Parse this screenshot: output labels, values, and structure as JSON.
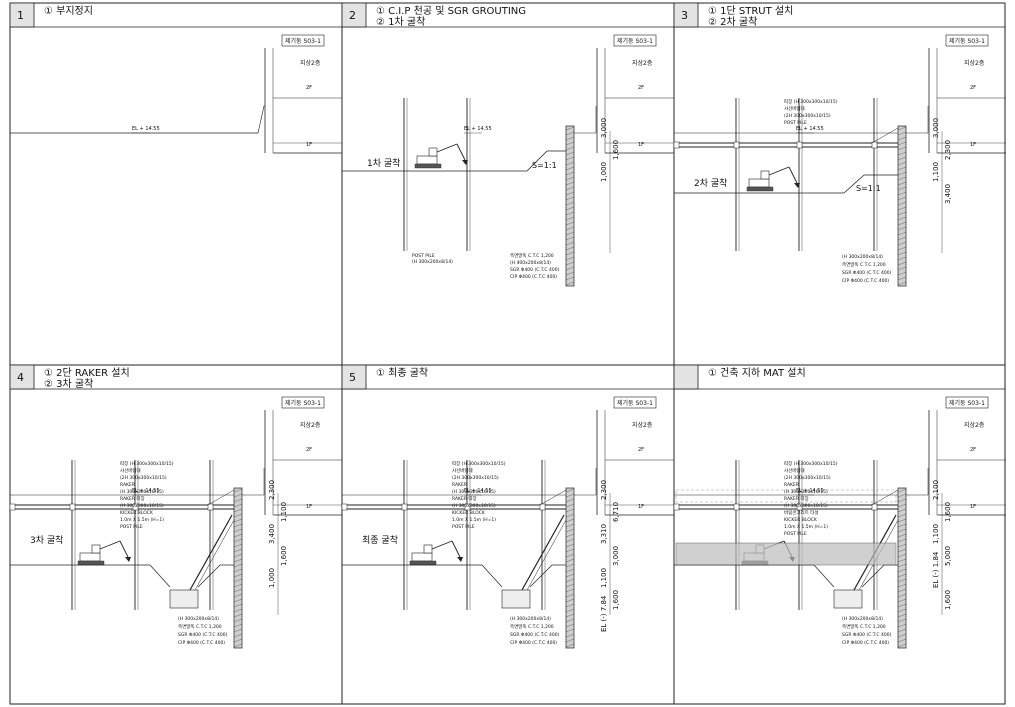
{
  "panels": [
    {
      "num": "1",
      "line1": "① 부지정지",
      "line2": "",
      "tag": "제기둥 S03-1",
      "floor_label": "지상2층",
      "f2": "2F",
      "f1": "1F",
      "el": "EL + 14.55",
      "cut": "",
      "slope": "",
      "dims": []
    },
    {
      "num": "2",
      "line1": "① C.I.P 천공 및 SGR GROUTING",
      "line2": "② 1차 굴착",
      "tag": "제기둥 S03-1",
      "floor_label": "지상2층",
      "f2": "2F",
      "f1": "1F",
      "el": "EL + 14.55",
      "cut": "1차 굴착",
      "slope": "S=1:1",
      "dims": [
        "3,000",
        "1,600",
        "1,000"
      ],
      "notes": [
        "POST PILE",
        "(H 300x200x8/14)",
        "측면말뚝 C.T.C 1,200",
        "(H 400x200x8/14)",
        "SGR Φ400 (C.T.C 400)",
        "CIP Φ400 (C.T.C 400)"
      ]
    },
    {
      "num": "3",
      "line1": "① 1단 STRUT 설치",
      "line2": "② 2차 굴착",
      "tag": "제기둥 S03-1",
      "floor_label": "지상2층",
      "f2": "2F",
      "f1": "1F",
      "el": "EL + 14.55",
      "cut": "2차 굴착",
      "slope": "S=1:1",
      "dims": [
        "3,000",
        "2,300",
        "1,100",
        "3,400"
      ],
      "notes": [
        "띠장 (H 300x300x10/15)",
        "사선버팀대",
        "(2H 300x300x10/15)",
        "POST PILE",
        "(H 300x200x8/14)",
        "측면말뚝 C.T.C 1,200",
        "SGR Φ400 (C.T.C 400)",
        "CIP Φ400 (C.T.C 400)"
      ]
    },
    {
      "num": "4",
      "line1": "① 2단 RAKER 설치",
      "line2": "② 3차 굴착",
      "tag": "제기둥 S03-1",
      "floor_label": "지상2층",
      "f2": "2F",
      "f1": "1F",
      "el": "EL + 14.55",
      "cut": "3차 굴착",
      "slope": "",
      "dims": [
        "2,300",
        "1,100",
        "3,400",
        "1,600",
        "1,000"
      ],
      "notes": [
        "띠장 (H 300x300x10/15)",
        "사선버팀대",
        "(2H 300x300x10/15)",
        "RAKER",
        "(H 300x300x10/15)",
        "RAKER 띠장",
        "(H 300x300x10/15)",
        "KICKER BLOCK",
        "1.0m X 1.5m (H=1)",
        "POST PILE",
        "(H 300x200x8/14)",
        "측면말뚝 C.T.C 1,200",
        "SGR Φ400 (C.T.C 400)",
        "CIP Φ400 (C.T.C 400)"
      ]
    },
    {
      "num": "5",
      "line1": "① 최종 굴착",
      "line2": "",
      "tag": "제기둥 S03-1",
      "floor_label": "지상2층",
      "f2": "2F",
      "f1": "1F",
      "el": "EL + 14.55",
      "cut": "최종 굴착",
      "slope": "",
      "dims": [
        "2,300",
        "6,710",
        "3,310",
        "3,000",
        "1,100",
        "1,600",
        "EL (-) 7.84"
      ],
      "notes": [
        "띠장 (H 300x300x10/15)",
        "사선버팀대",
        "(2H 300x300x10/15)",
        "RAKER",
        "(H 300x300x10/15)",
        "RAKER 띠장",
        "(H 300x300x10/15)",
        "KICKER BLOCK",
        "1.0m X 1.5m (H=1)",
        "POST PILE",
        "(H 300x200x8/14)",
        "측면말뚝 C.T.C 1,200",
        "SGR Φ400 (C.T.C 400)",
        "CIP Φ400 (C.T.C 400)"
      ]
    },
    {
      "num": "",
      "line1": "① 건축 지하 MAT 설치",
      "line2": "",
      "tag": "제기둥 S03-1",
      "floor_label": "지상2층",
      "f2": "2F",
      "f1": "1F",
      "el": "EL + 14.55",
      "cut": "",
      "slope": "",
      "dims": [
        "2,100",
        "1,600",
        "1,100",
        "5,000",
        "EL (-) 1.84",
        "1,600"
      ],
      "notes": [
        "띠장 (H 300x300x10/15)",
        "사선버팀대",
        "(2H 300x300x10/15)",
        "RAKER",
        "(H 300x300x10/15)",
        "RAKER 띠장",
        "(H 300x300x10/15)",
        "버림콘크리트 타설",
        "KICKER BLOCK",
        "1.0m X 1.5m (H=1)",
        "POST PILE",
        "(H 300x200x8/14)",
        "측면말뚝 C.T.C 1,200",
        "SGR Φ400 (C.T.C 400)",
        "CIP Φ400 (C.T.C 400)"
      ]
    }
  ]
}
